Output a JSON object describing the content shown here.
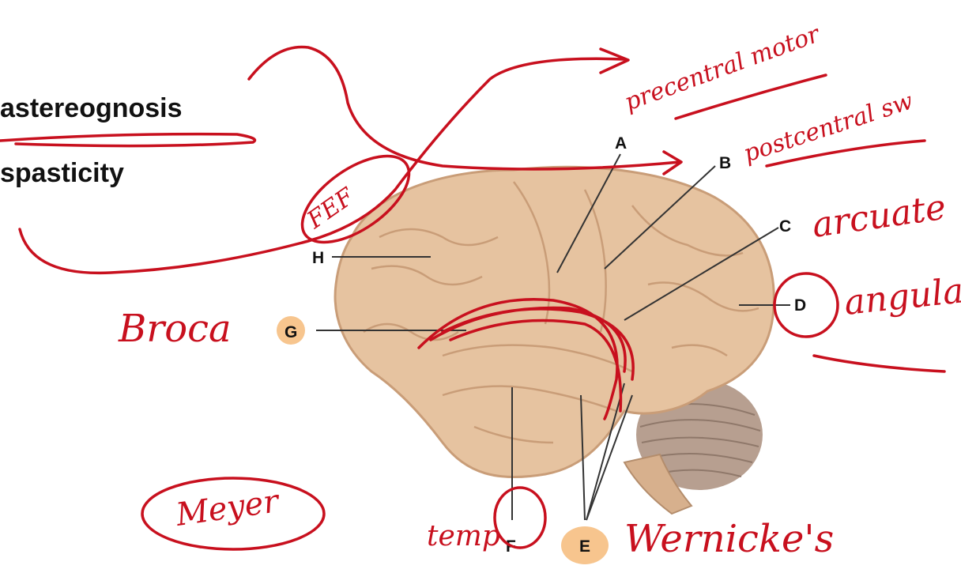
{
  "slide": {
    "bullets": [
      "astereognosis",
      "spasticity"
    ]
  },
  "diagram": {
    "labels": [
      "A",
      "B",
      "C",
      "D",
      "E",
      "F",
      "G",
      "H"
    ]
  },
  "annotations": {
    "precentral": "precentral motor",
    "postcentral": "postcentral sw",
    "arcuate": "arcuate",
    "angular": "angular",
    "broca": "Broca",
    "fef": "FEF",
    "meyer": "Meyer",
    "temp": "temp",
    "wernicke": "Wernicke's"
  },
  "colors": {
    "ink_red": "#c8101e",
    "brain": "#e6c3a0",
    "brain_shadow": "#c99d78",
    "cerebellum": "#b79f90",
    "highlight": "#f7c58e"
  }
}
